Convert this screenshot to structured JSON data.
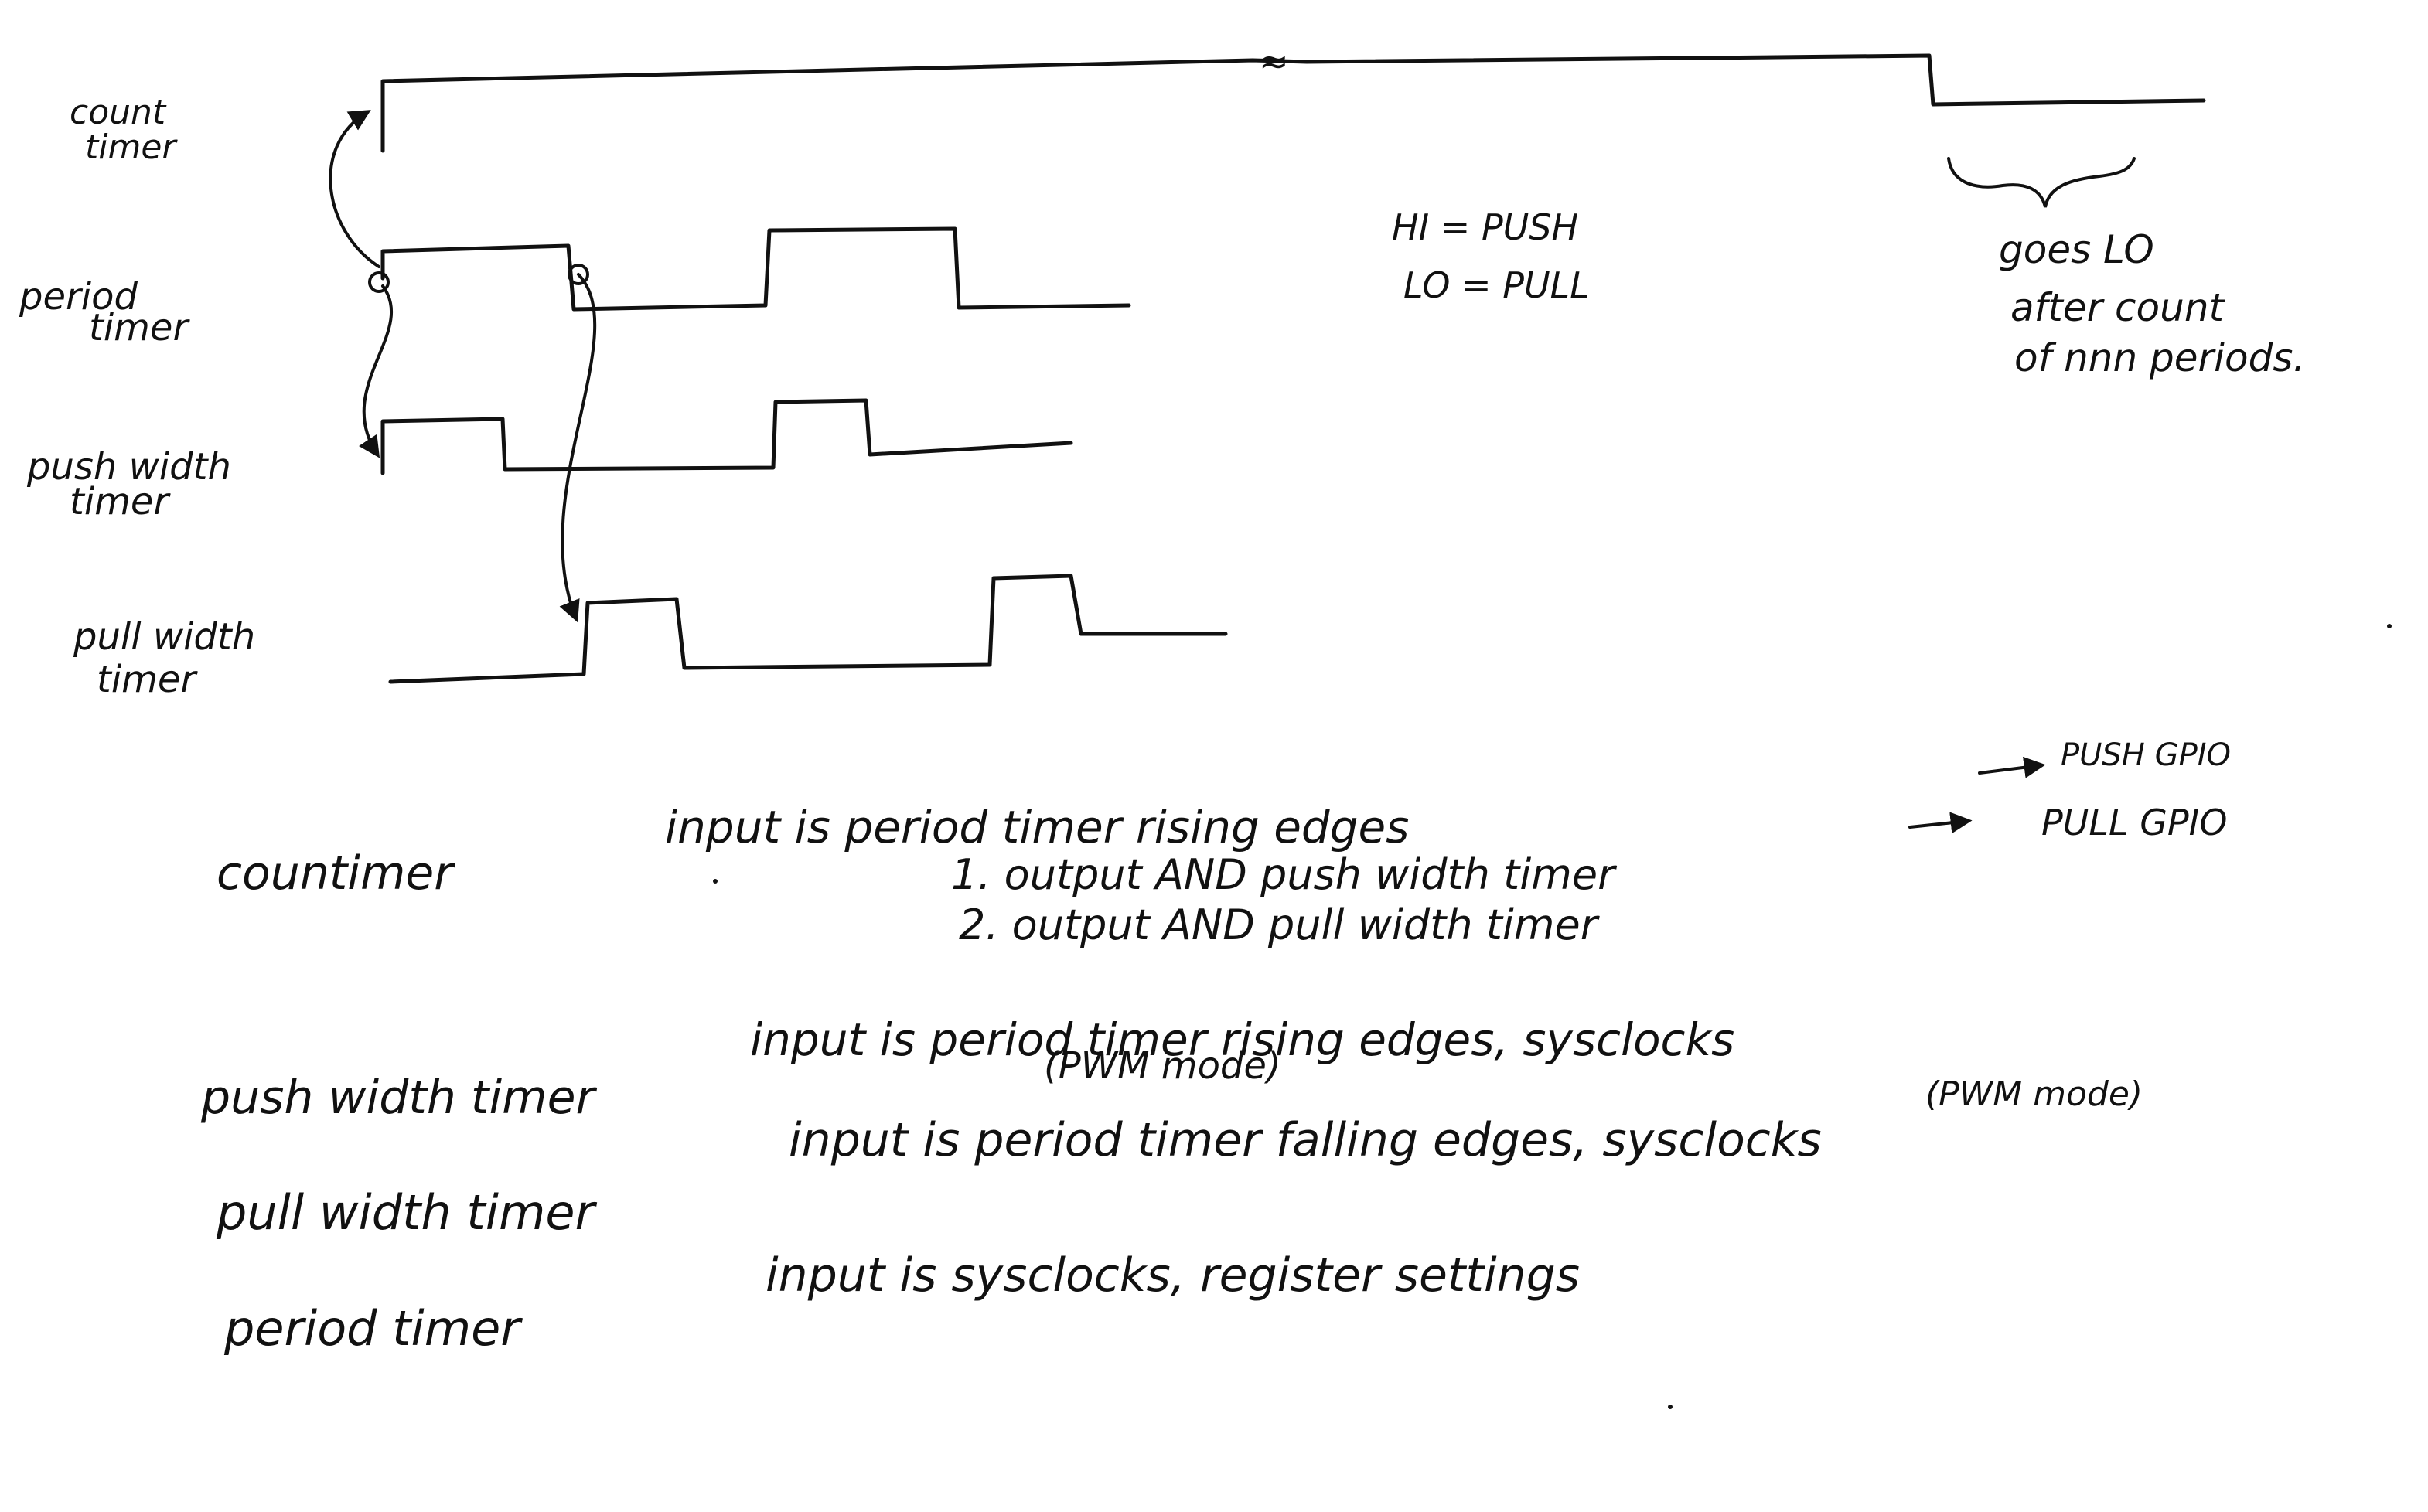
{
  "signal_labels": {
    "count_timer": [
      "count",
      "timer"
    ],
    "period_timer": [
      "period",
      "timer"
    ],
    "push_width_timer": [
      "push width",
      "timer"
    ],
    "pull_width_timer": [
      "pull width",
      "timer"
    ]
  },
  "count_break_mark": "≈",
  "legend": {
    "hi": "HI = PUSH",
    "lo": "LO = PULL"
  },
  "goes_lo_note": [
    "goes LO",
    "after count",
    "of nnn periods."
  ],
  "notes": {
    "count_timer": {
      "name": "countimer",
      "line1": "input is period timer rising edges",
      "item1": "1. output AND push width timer",
      "item1_target": "PUSH GPIO",
      "item2": "2. output AND pull width timer",
      "item2_target": "PULL GPIO"
    },
    "push_width_timer": {
      "name": "push width timer",
      "line": "input is period timer rising edges, sysclocks",
      "mode": "(PWM mode)"
    },
    "pull_width_timer": {
      "name": "pull width timer",
      "line": "input is period timer falling edges, sysclocks",
      "mode": "(PWM mode)"
    },
    "period_timer": {
      "name": "period timer",
      "line": "input is sysclocks, register settings"
    }
  },
  "colors": {
    "ink": "#111111",
    "paper": "#ffffff"
  }
}
